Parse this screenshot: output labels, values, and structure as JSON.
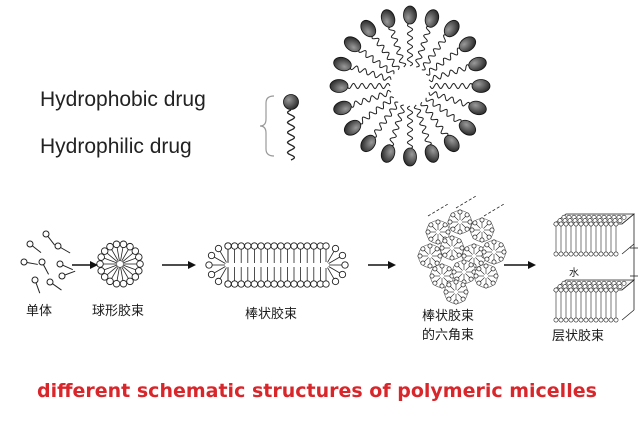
{
  "legend": {
    "hydrophobic_label": "Hydrophobic drug",
    "hydrophilic_label": "Hydrophilic drug"
  },
  "stages": [
    {
      "label": "单体"
    },
    {
      "label": "球形胶束"
    },
    {
      "label": "棒状胶束"
    },
    {
      "label_line1": "棒状胶束",
      "label_line2": "的六角束"
    },
    {
      "label": "层状胶束"
    }
  ],
  "lamellar_water_label": "水",
  "caption": "different schematic structures of polymeric micelles",
  "colors": {
    "caption": "#d9262b",
    "head_fill": "#555555",
    "line": "#222222"
  }
}
